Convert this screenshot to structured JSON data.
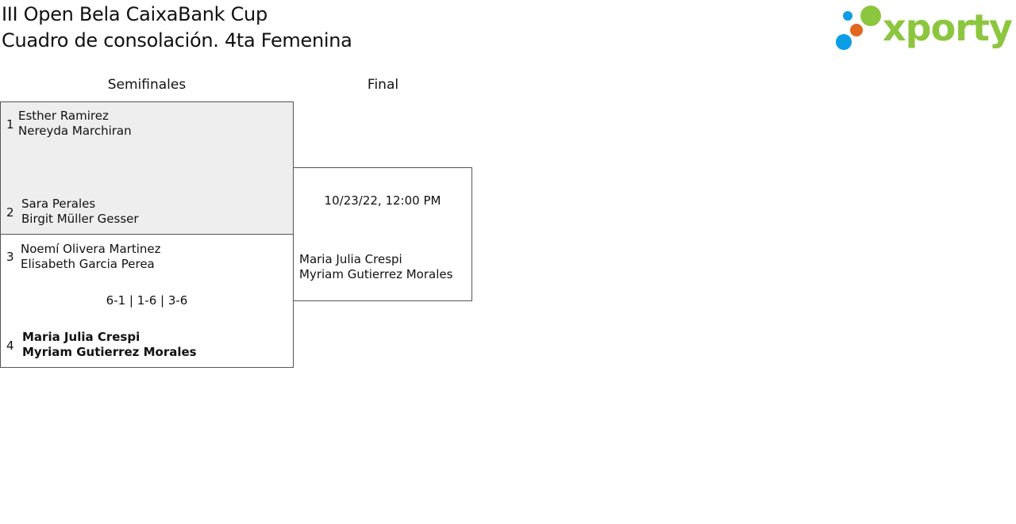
{
  "header": {
    "title": "III Open Bela CaixaBank Cup",
    "subtitle": "Cuadro de consolación. 4ta Femenina"
  },
  "logo": {
    "text": "xporty",
    "colors": {
      "blue": "#0b9ee6",
      "orange": "#e2661e",
      "green": "#8cc63f"
    }
  },
  "rounds": {
    "semifinals_label": "Semifinales",
    "final_label": "Final"
  },
  "semifinal_1": {
    "seed_a": "1",
    "team_a": [
      "Esther Ramirez",
      "Nereyda Marchiran"
    ],
    "seed_b": "2",
    "team_b": [
      "Sara Perales",
      "Birgit Müller Gesser"
    ]
  },
  "semifinal_2": {
    "seed_a": "3",
    "team_a": [
      "Noemí Olivera Martinez",
      "Elisabeth Garcia Perea"
    ],
    "score": "6-1 | 1-6 | 3-6",
    "seed_b": "4",
    "team_b": [
      "Maria Julia Crespi",
      "Myriam Gutierrez Morales"
    ]
  },
  "final": {
    "datetime": "10/23/22, 12:00 PM",
    "team_b": [
      "Maria Julia Crespi",
      "Myriam Gutierrez Morales"
    ]
  }
}
